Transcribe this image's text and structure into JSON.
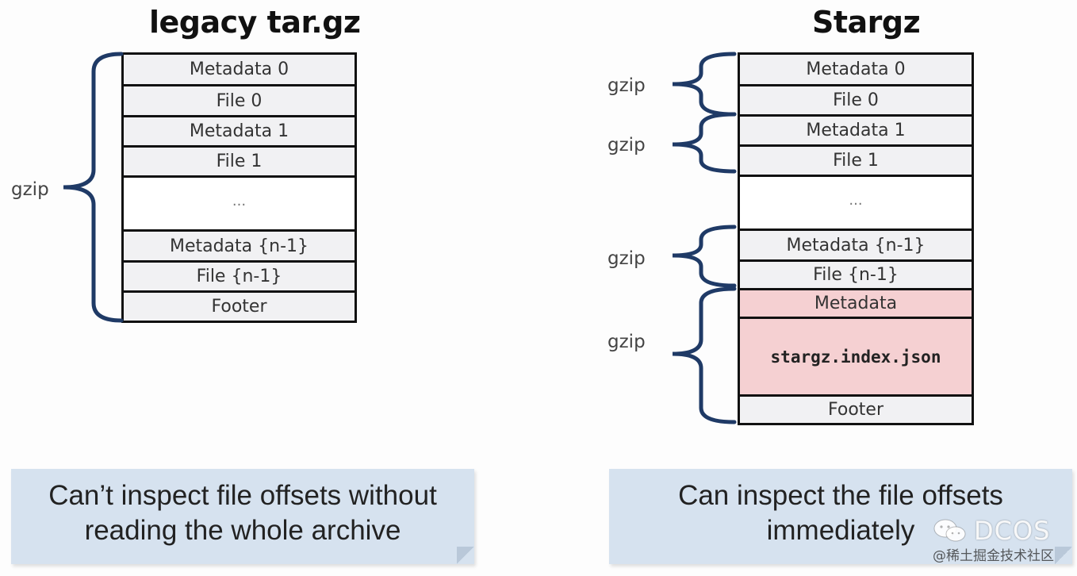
{
  "left": {
    "title": "legacy tar.gz",
    "rows": [
      "Metadata 0",
      "File 0",
      "Metadata 1",
      "File 1",
      "...",
      "Metadata {n-1}",
      "File {n-1}",
      "Footer"
    ],
    "gzip_label": "gzip",
    "caption_line1": "Can’t inspect file offsets without",
    "caption_line2": "reading the whole archive"
  },
  "right": {
    "title": "Stargz",
    "rows": [
      "Metadata 0",
      "File 0",
      "Metadata 1",
      "File 1",
      "...",
      "Metadata {n-1}",
      "File {n-1}",
      "Metadata",
      "stargz.index.json",
      "Footer"
    ],
    "gzip_labels": [
      "gzip",
      "gzip",
      "gzip",
      "gzip"
    ],
    "caption_line1": "Can inspect the file offsets",
    "caption_line2": "immediately"
  },
  "colors": {
    "row_fill": "#f1f1f3",
    "index_fill": "#f5d0d2",
    "brace": "#1f3a66",
    "callout_fill": "#d6e2ef"
  },
  "watermark": {
    "brand": "DCOS",
    "site": "@稀土掘金技术社区"
  }
}
